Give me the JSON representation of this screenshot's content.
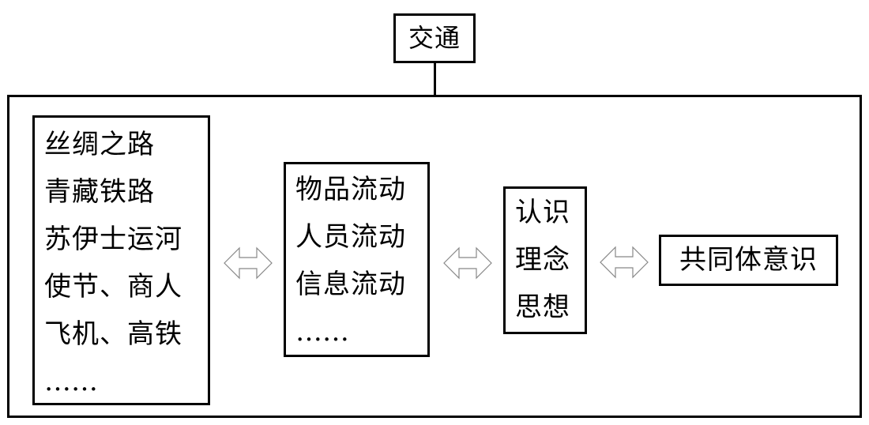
{
  "title": "交通",
  "sources": {
    "items": [
      "丝绸之路",
      "青藏铁路",
      "苏伊士运河",
      "使节、商人",
      "飞机、高铁",
      "……"
    ]
  },
  "flows": {
    "items": [
      "物品流动",
      "人员流动",
      "信息流动",
      "……"
    ]
  },
  "cognition": {
    "items": [
      "认识",
      "理念",
      "思想"
    ]
  },
  "result": {
    "label": "共同体意识"
  },
  "arrows": [
    "double-arrow-icon",
    "double-arrow-icon",
    "double-arrow-icon"
  ]
}
